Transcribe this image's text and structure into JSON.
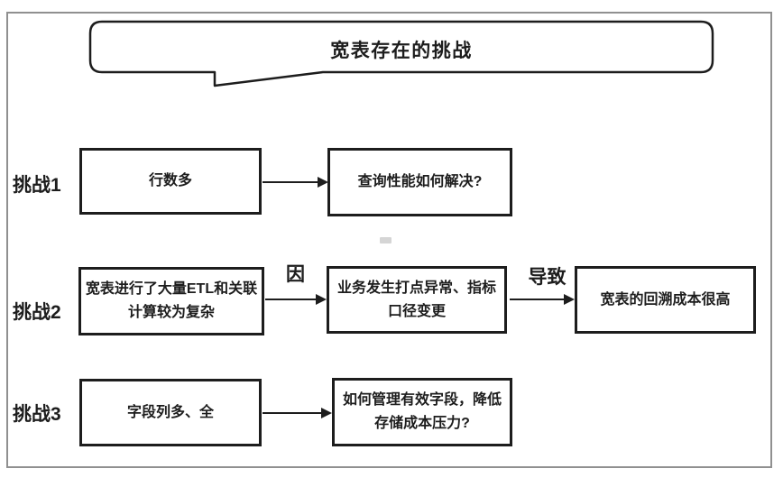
{
  "title": "宽表存在的挑战",
  "colors": {
    "stroke": "#1d1d1d",
    "frame_border": "#909090",
    "background": "#ffffff"
  },
  "rows": [
    {
      "label": "挑战1",
      "boxes": [
        {
          "text": "行数多"
        },
        {
          "text": "查询性能如何解决?"
        }
      ],
      "arrows": [
        {
          "label": ""
        }
      ]
    },
    {
      "label": "挑战2",
      "boxes": [
        {
          "text": "宽表进行了大量ETL和关联\n计算较为复杂"
        },
        {
          "text": "业务发生打点异常、指标\n口径变更"
        },
        {
          "text": "宽表的回溯成本很高"
        }
      ],
      "arrows": [
        {
          "label": "因"
        },
        {
          "label": "导致"
        }
      ]
    },
    {
      "label": "挑战3",
      "boxes": [
        {
          "text": "字段列多、全"
        },
        {
          "text": "如何管理有效字段，降低\n存储成本压力?"
        }
      ],
      "arrows": [
        {
          "label": ""
        }
      ]
    }
  ]
}
